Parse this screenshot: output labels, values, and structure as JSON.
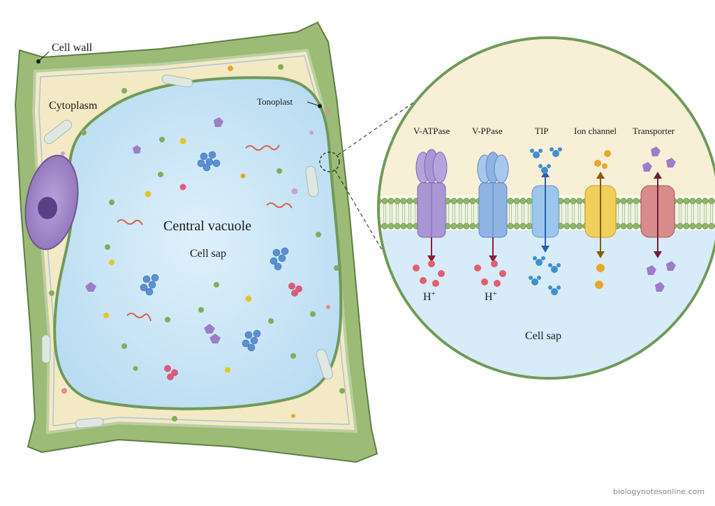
{
  "labels": {
    "cell_wall": "Cell wall",
    "cytoplasm": "Cytoplasm",
    "tonoplast": "Tonoplast",
    "central_vacuole": "Central vacuole",
    "cell_sap_vacuole": "Cell sap",
    "cell_sap_inset": "Cell sap"
  },
  "proteins": [
    {
      "name": "V-ATPase",
      "product": "H",
      "product_sup": "+"
    },
    {
      "name": "V-PPase",
      "product": "H",
      "product_sup": "+"
    },
    {
      "name": "TIP"
    },
    {
      "name": "Ion channel"
    },
    {
      "name": "Transporter"
    }
  ],
  "watermark": "biologynotesonline.com",
  "colors": {
    "cell_wall": "#8fae6a",
    "cytoplasm": "#f3e9c4",
    "vacuole": "#cfe6f6",
    "tonoplast": "#6f9a57",
    "nucleus": "#a98fc9",
    "v_atpase": "#a996d4",
    "v_ppase": "#8fb3e3",
    "tip": "#9cc6ec",
    "ion_channel": "#f0cf5a",
    "transporter": "#d98a8a",
    "proton": "#e0606e",
    "water": "#3f8fd1",
    "ion": "#e8a72a",
    "solute": "#9d7cc8"
  },
  "icons": [
    "cell-wall",
    "nucleus-icon",
    "protein-cluster",
    "lipid-bilayer"
  ]
}
